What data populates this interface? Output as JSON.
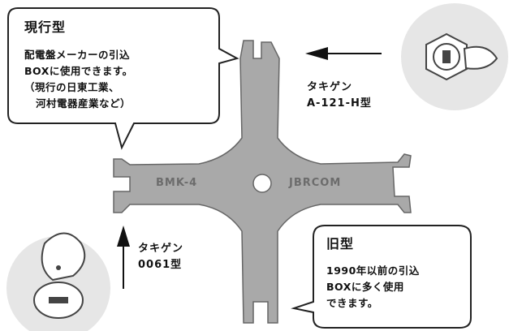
{
  "callout_current": {
    "title": "現行型",
    "lines": [
      "配電盤メーカーの引込",
      "BOXに使用できます。",
      "（現行の日東工業、",
      "河村電器産業など）"
    ]
  },
  "callout_old": {
    "title": "旧型",
    "lines": [
      "1990年以前の引込",
      "BOXに多く使用",
      "できます。"
    ]
  },
  "label_top_right": {
    "line1": "タキゲン",
    "line2": "A-121-H型"
  },
  "label_bottom_left": {
    "line1": "タキゲン",
    "line2": "0061型"
  },
  "tool": {
    "left_mark": "BMK-4",
    "right_mark": "JBRCOM"
  },
  "colors": {
    "tool_fill": "#a9a9a9",
    "tool_stroke": "#666666",
    "tool_text": "#6c6c6c",
    "lock_bg": "#e6e6e6",
    "callout_border": "#222222"
  }
}
